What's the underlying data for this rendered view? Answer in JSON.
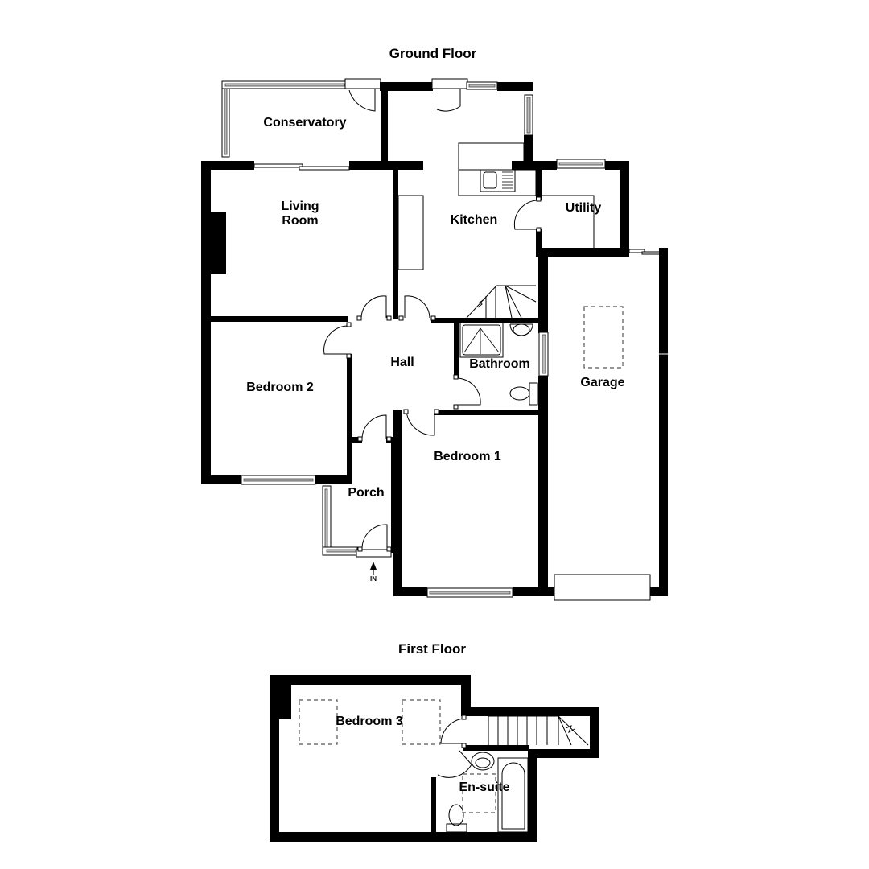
{
  "floors": [
    {
      "title": "Ground Floor",
      "rooms": [
        {
          "id": "conservatory",
          "label": "Conservatory"
        },
        {
          "id": "kitchen",
          "label": "Kitchen"
        },
        {
          "id": "utility",
          "label": "Utility"
        },
        {
          "id": "living-room",
          "label_line1": "Living",
          "label_line2": "Room"
        },
        {
          "id": "hall",
          "label": "Hall"
        },
        {
          "id": "bathroom",
          "label": "Bathroom"
        },
        {
          "id": "garage",
          "label": "Garage"
        },
        {
          "id": "bedroom-2",
          "label": "Bedroom 2"
        },
        {
          "id": "bedroom-1",
          "label": "Bedroom 1"
        },
        {
          "id": "porch",
          "label": "Porch"
        }
      ],
      "entrance_marker": "IN"
    },
    {
      "title": "First Floor",
      "rooms": [
        {
          "id": "bedroom-3",
          "label": "Bedroom 3"
        },
        {
          "id": "en-suite",
          "label": "En-suite"
        }
      ]
    }
  ],
  "colors": {
    "wall": "#000000",
    "background": "#ffffff",
    "window_glass": "#bbbbbb"
  }
}
